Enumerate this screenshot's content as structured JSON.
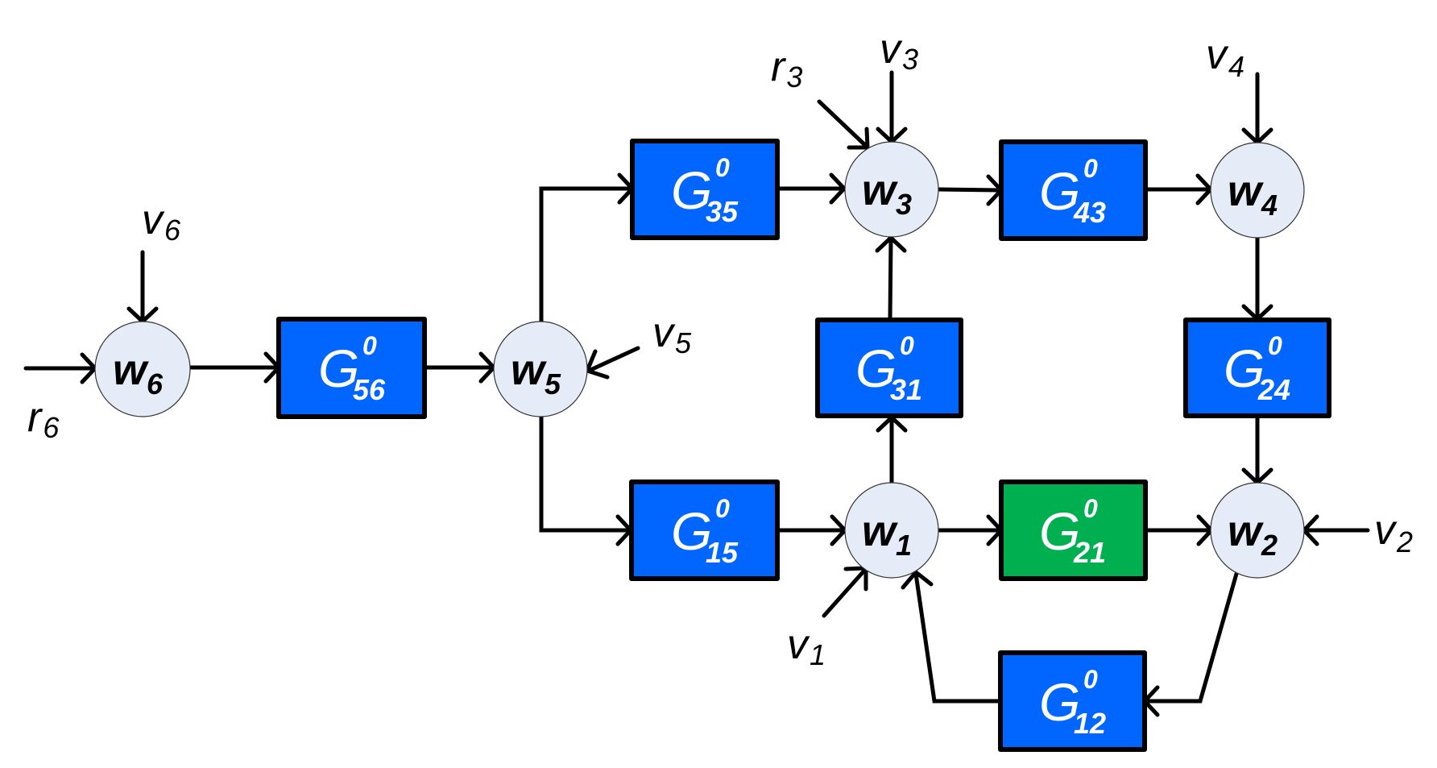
{
  "colors": {
    "block_default": "#0066FF",
    "block_highlight": "#00B050",
    "node_fill": "#E6ECF7",
    "line": "#000000",
    "block_text": "#FFFFFF"
  },
  "blocks": {
    "G56": {
      "symbol": "G",
      "sup": "0",
      "sub": "56",
      "highlight": false
    },
    "G35": {
      "symbol": "G",
      "sup": "0",
      "sub": "35",
      "highlight": false
    },
    "G43": {
      "symbol": "G",
      "sup": "0",
      "sub": "43",
      "highlight": false
    },
    "G31": {
      "symbol": "G",
      "sup": "0",
      "sub": "31",
      "highlight": false
    },
    "G24": {
      "symbol": "G",
      "sup": "0",
      "sub": "24",
      "highlight": false
    },
    "G15": {
      "symbol": "G",
      "sup": "0",
      "sub": "15",
      "highlight": false
    },
    "G21": {
      "symbol": "G",
      "sup": "0",
      "sub": "21",
      "highlight": true
    },
    "G12": {
      "symbol": "G",
      "sup": "0",
      "sub": "12",
      "highlight": false
    }
  },
  "nodes": {
    "w1": {
      "symbol": "w",
      "sub": "1"
    },
    "w2": {
      "symbol": "w",
      "sub": "2"
    },
    "w3": {
      "symbol": "w",
      "sub": "3"
    },
    "w4": {
      "symbol": "w",
      "sub": "4"
    },
    "w5": {
      "symbol": "w",
      "sub": "5"
    },
    "w6": {
      "symbol": "w",
      "sub": "6"
    }
  },
  "signals": {
    "r6": {
      "symbol": "r",
      "sub": "6"
    },
    "r3": {
      "symbol": "r",
      "sub": "3"
    },
    "v1": {
      "symbol": "v",
      "sub": "1"
    },
    "v2": {
      "symbol": "v",
      "sub": "2"
    },
    "v3": {
      "symbol": "v",
      "sub": "3"
    },
    "v4": {
      "symbol": "v",
      "sub": "4"
    },
    "v5": {
      "symbol": "v",
      "sub": "5"
    },
    "v6": {
      "symbol": "v",
      "sub": "6"
    }
  }
}
